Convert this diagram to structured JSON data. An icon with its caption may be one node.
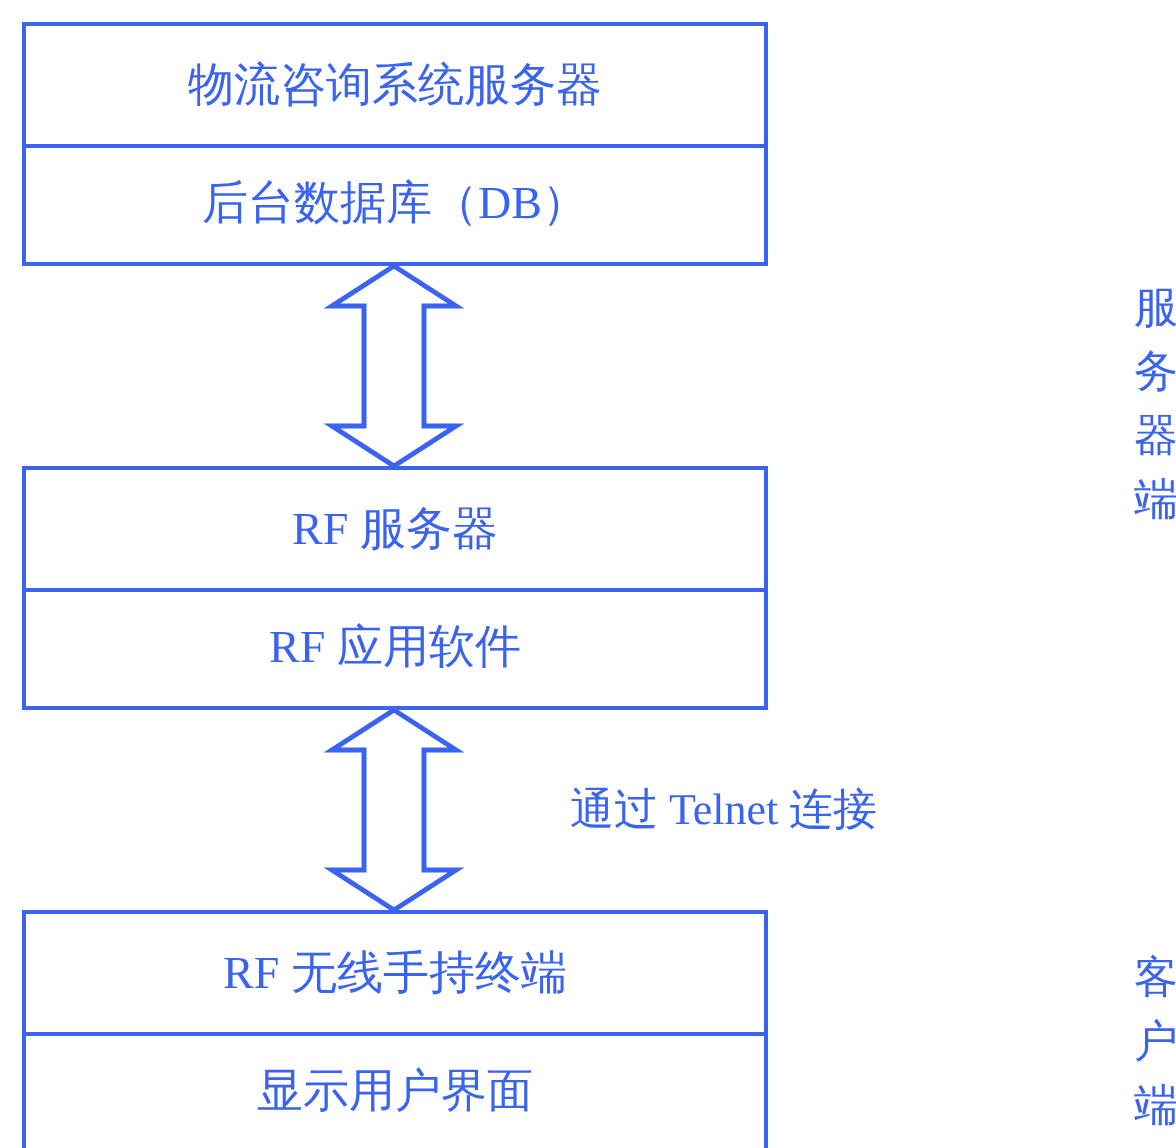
{
  "diagram": {
    "nodes": [
      {
        "text": [
          "物流咨询系统服务器",
          "后台数据库（DB）"
        ]
      },
      {
        "text": [
          "RF 服务器",
          "RF 应用软件"
        ]
      },
      {
        "text": [
          "RF 无线手持终端",
          "显示用户界面"
        ]
      }
    ],
    "edges": [
      {
        "from": 0,
        "to": 1,
        "arrow": "both"
      },
      {
        "from": 1,
        "to": 2,
        "arrow": "both",
        "label": "通过 Telnet 连接"
      }
    ],
    "labels": [
      "服务器端",
      "客户端"
    ]
  }
}
